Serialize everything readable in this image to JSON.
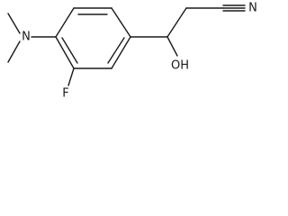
{
  "molecule": {
    "atoms": {
      "nitrogen_amine": "N",
      "nitrile_n": "N",
      "hydroxyl": "OH",
      "fluorine": "F"
    }
  },
  "colors": {
    "bond": "#1a1a1a",
    "background": "#ffffff"
  }
}
